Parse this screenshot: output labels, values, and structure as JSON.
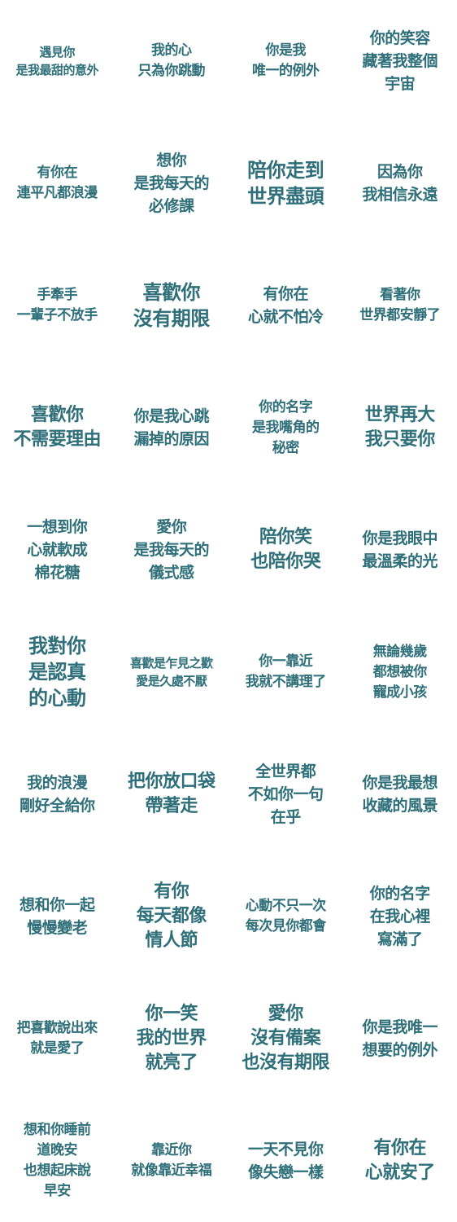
{
  "stickers": [
    {
      "lines": [
        "遇見你",
        "是我最甜的意外"
      ],
      "size": "xs"
    },
    {
      "lines": [
        "我的心",
        "只為你跳動"
      ],
      "size": "sm"
    },
    {
      "lines": [
        "你是我",
        "唯一的例外"
      ],
      "size": "sm"
    },
    {
      "lines": [
        "你的笑容",
        "藏著我整個",
        "宇宙"
      ],
      "size": "md"
    },
    {
      "lines": [
        "有你在",
        "連平凡都浪漫"
      ],
      "size": "sm"
    },
    {
      "lines": [
        "想你",
        "是我每天的",
        "必修課"
      ],
      "size": "md"
    },
    {
      "lines": [
        "陪你走到",
        "世界盡頭"
      ],
      "size": "xl"
    },
    {
      "lines": [
        "因為你",
        "我相信永遠"
      ],
      "size": "md"
    },
    {
      "lines": [
        "手牽手",
        "一輩子不放手"
      ],
      "size": "sm"
    },
    {
      "lines": [
        "喜歡你",
        "沒有期限"
      ],
      "size": "xl"
    },
    {
      "lines": [
        "有你在",
        "心就不怕冷"
      ],
      "size": "md"
    },
    {
      "lines": [
        "看著你",
        "世界都安靜了"
      ],
      "size": "sm"
    },
    {
      "lines": [
        "喜歡你",
        "不需要理由"
      ],
      "size": "lg"
    },
    {
      "lines": [
        "你是我心跳",
        "漏掉的原因"
      ],
      "size": "md"
    },
    {
      "lines": [
        "你的名字",
        "是我嘴角的",
        "秘密"
      ],
      "size": "sm"
    },
    {
      "lines": [
        "世界再大",
        "我只要你"
      ],
      "size": "lg"
    },
    {
      "lines": [
        "一想到你",
        "心就軟成",
        "棉花糖"
      ],
      "size": "md"
    },
    {
      "lines": [
        "愛你",
        "是我每天的",
        "儀式感"
      ],
      "size": "md"
    },
    {
      "lines": [
        "陪你笑",
        "也陪你哭"
      ],
      "size": "lg"
    },
    {
      "lines": [
        "你是我眼中",
        "最溫柔的光"
      ],
      "size": "md"
    },
    {
      "lines": [
        "我對你",
        "是認真",
        "的心動"
      ],
      "size": "xl"
    },
    {
      "lines": [
        "喜歡是乍見之歡",
        "愛是久處不厭"
      ],
      "size": "xs"
    },
    {
      "lines": [
        "你一靠近",
        "我就不講理了"
      ],
      "size": "sm"
    },
    {
      "lines": [
        "無論幾歲",
        "都想被你",
        "寵成小孩"
      ],
      "size": "sm"
    },
    {
      "lines": [
        "我的浪漫",
        "剛好全給你"
      ],
      "size": "md"
    },
    {
      "lines": [
        "把你放口袋",
        "帶著走"
      ],
      "size": "lg"
    },
    {
      "lines": [
        "全世界都",
        "不如你一句",
        "在乎"
      ],
      "size": "md"
    },
    {
      "lines": [
        "你是我最想",
        "收藏的風景"
      ],
      "size": "md"
    },
    {
      "lines": [
        "想和你一起",
        "慢慢變老"
      ],
      "size": "md"
    },
    {
      "lines": [
        "有你",
        "每天都像",
        "情人節"
      ],
      "size": "lg"
    },
    {
      "lines": [
        "心動不只一次",
        "每次見你都會"
      ],
      "size": "sm"
    },
    {
      "lines": [
        "你的名字",
        "在我心裡",
        "寫滿了"
      ],
      "size": "md"
    },
    {
      "lines": [
        "把喜歡說出來",
        "就是愛了"
      ],
      "size": "sm"
    },
    {
      "lines": [
        "你一笑",
        "我的世界",
        "就亮了"
      ],
      "size": "lg"
    },
    {
      "lines": [
        "愛你",
        "沒有備案",
        "也沒有期限"
      ],
      "size": "lg"
    },
    {
      "lines": [
        "你是我唯一",
        "想要的例外"
      ],
      "size": "md"
    },
    {
      "lines": [
        "想和你睡前",
        "道晚安",
        "也想起床說",
        "早安"
      ],
      "size": "sm"
    },
    {
      "lines": [
        "靠近你",
        "就像靠近幸福"
      ],
      "size": "sm"
    },
    {
      "lines": [
        "一天不見你",
        "像失戀一樣"
      ],
      "size": "md"
    },
    {
      "lines": [
        "有你在",
        "心就安了"
      ],
      "size": "lg"
    }
  ]
}
